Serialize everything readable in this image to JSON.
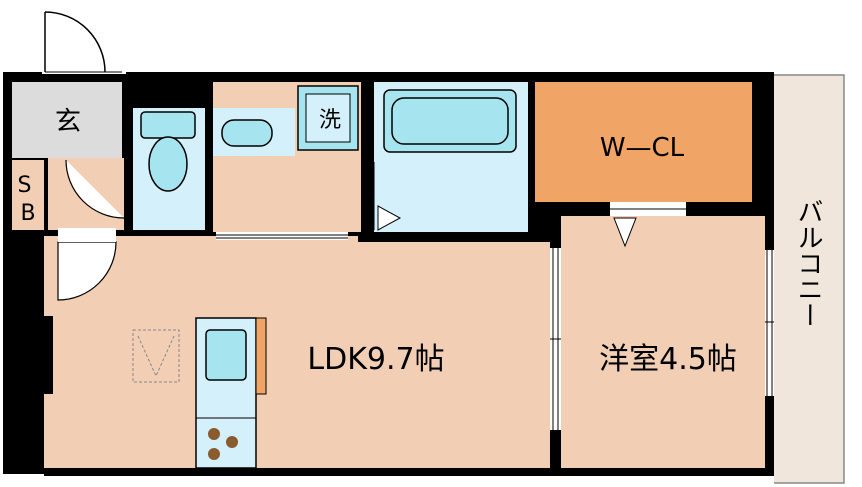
{
  "floorplan": {
    "rooms": {
      "entrance": "玄",
      "shoe_box": "S\nB",
      "washer": "洗",
      "walk_in_closet": "W—CL",
      "ldk": "LDK9.7帖",
      "western_room": "洋室4.5帖",
      "balcony": "バルコニー"
    }
  },
  "colors": {
    "floor": "#f2cfb4",
    "wall": "#000000",
    "wet_area": "#d4f0fa",
    "fixture": "#a6e4f0",
    "closet": "#f0a566",
    "entrance": "#dcdcdc",
    "balcony": "#f0e6dc",
    "stove_burner": "#8a5b2e"
  }
}
